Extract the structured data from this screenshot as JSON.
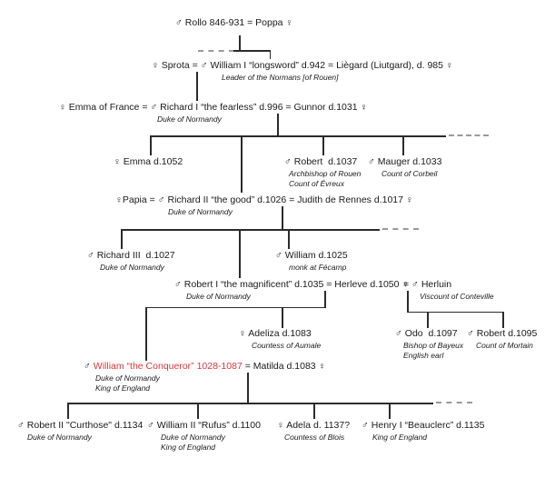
{
  "diagram_title": "Norman dynasty family tree (Rollo to the children of William the Conqueror)",
  "colors": {
    "text": "#1a1a1a",
    "highlight_red": "#d9383c",
    "line": "#2b2b2b",
    "dashed_line": "#9a9a9a",
    "background": "#ffffff"
  },
  "symbols": {
    "male": "♂",
    "female": "♀",
    "marriage": "="
  },
  "nodes": {
    "rollo": {
      "name": "♂ Rollo 846-931 = Poppa ♀"
    },
    "william1": {
      "name": "♀ Sprota = ♂ William I “longsword” d.942 = Liègard (Liutgard), d. 985 ♀",
      "sub1": "Leader of the Normans [of Rouen]"
    },
    "richard1": {
      "name": "♀ Emma of France = ♂ Richard I “the fearless” d.996 = Gunnor d.1031 ♀",
      "sub1": "Duke of Normandy"
    },
    "emma": {
      "name": "♀ Emma d.1052"
    },
    "robert_archbishop": {
      "name": "♂ Robert  d.1037",
      "sub1": "Archbishop of Rouen",
      "sub2": "Count of Évreux"
    },
    "mauger": {
      "name": "♂ Mauger d.1033",
      "sub1": "Count of Corbeil"
    },
    "richard2": {
      "name": "♀Papia = ♂ Richard II “the good” d.1026 = Judith de Rennes d.1017 ♀",
      "sub1": "Duke of Normandy"
    },
    "richard3": {
      "name": "♂ Richard III  d.1027",
      "sub1": "Duke of Normandy"
    },
    "william_monk": {
      "name": "♂ William d.1025",
      "sub1": "monk at Fécamp"
    },
    "robert1": {
      "name": "♂ Robert I “the magnificent” d.1035 = Herleve d.1050 ♀",
      "sub1": "Duke of Normandy"
    },
    "herluin": {
      "name": "= ♂ Herluin",
      "sub1": "Viscount of Conteville"
    },
    "adeliza": {
      "name": "♀ Adeliza d.1083",
      "sub1": "Countess of Aumale"
    },
    "odo": {
      "name": "♂ Odo  d.1097",
      "sub1": "Bishop of Bayeux",
      "sub2": "English earl"
    },
    "robert_mortain": {
      "name": "♂ Robert d.1095",
      "sub1": "Count of Mortain"
    },
    "william_conqueror": {
      "prefix": "♂ ",
      "highlight": "William “the Conqueror” 1028-1087",
      "suffix": " = Matilda d.1083 ♀",
      "sub1": "Duke of Normandy",
      "sub2": "King of England"
    },
    "robert2": {
      "name": "♂ Robert II \"Curthose\" d.1134",
      "sub1": "Duke of Normandy"
    },
    "william2": {
      "name": "♂ William II “Rufus” d.1100",
      "sub1": "Duke of Normandy",
      "sub2": "King of England"
    },
    "adela": {
      "name": "♀ Adela d. 1137?",
      "sub1": "Countess of Blois"
    },
    "henry1": {
      "name": "♂ Henry I “Beauclerc” d.1135",
      "sub1": "King of England"
    }
  }
}
